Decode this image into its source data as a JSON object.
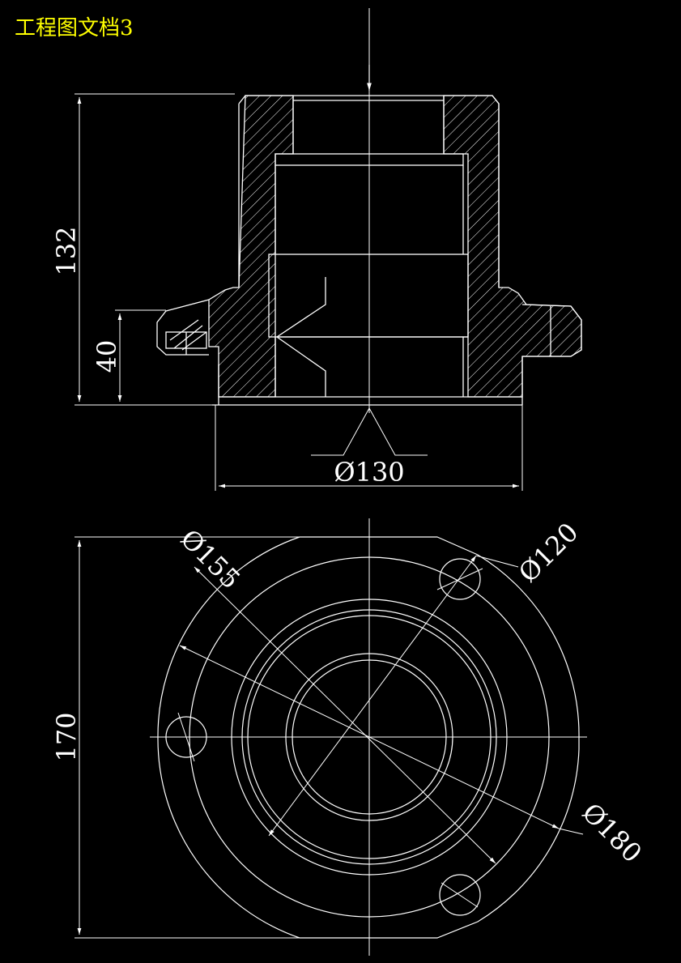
{
  "title": "工程图文档3",
  "dimensions": {
    "section_height": "132",
    "flange_height": "40",
    "bore_diameter": "Ø130",
    "bolt_circle": "Ø155",
    "body_diameter": "Ø120",
    "flange_diameter": "Ø180",
    "plan_height": "170"
  },
  "colors": {
    "background": "#000000",
    "lines": "#ffffff",
    "title": "#ffff00"
  }
}
